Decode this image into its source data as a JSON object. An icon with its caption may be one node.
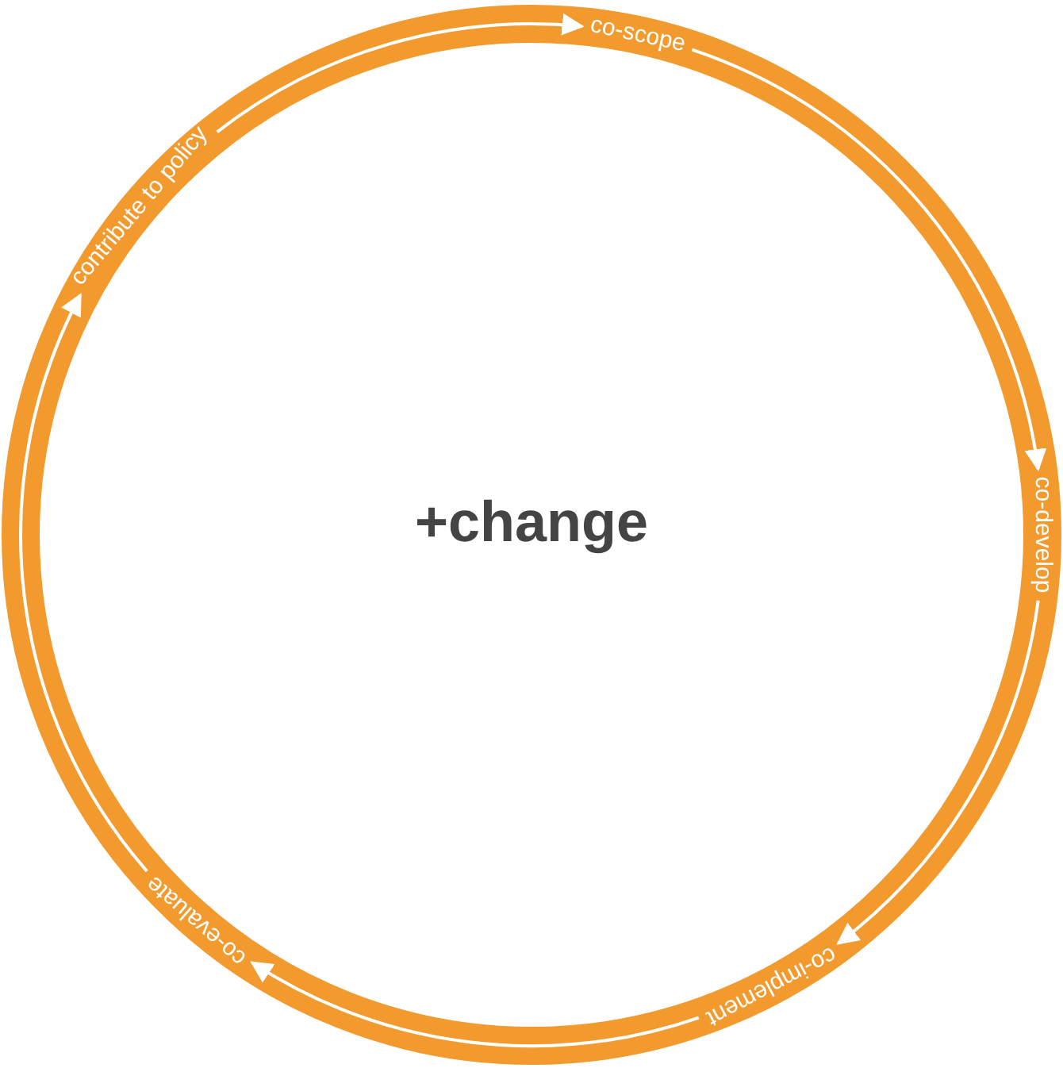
{
  "diagram": {
    "nodes": [
      {
        "text": [
          "co-scope"
        ]
      },
      {
        "text": [
          "co-develop"
        ]
      },
      {
        "text": [
          "co-implement"
        ]
      },
      {
        "text": [
          "co-evaluate"
        ]
      },
      {
        "text": [
          "contribute to policy"
        ]
      }
    ],
    "edges": [
      {
        "from": 4,
        "to": 0,
        "arrow": "to"
      },
      {
        "from": 0,
        "to": 1,
        "arrow": "to"
      },
      {
        "from": 1,
        "to": 2,
        "arrow": "to"
      },
      {
        "from": 2,
        "to": 3,
        "arrow": "to"
      },
      {
        "from": 3,
        "to": 4,
        "arrow": "to"
      }
    ],
    "labels": [
      "+change"
    ]
  }
}
